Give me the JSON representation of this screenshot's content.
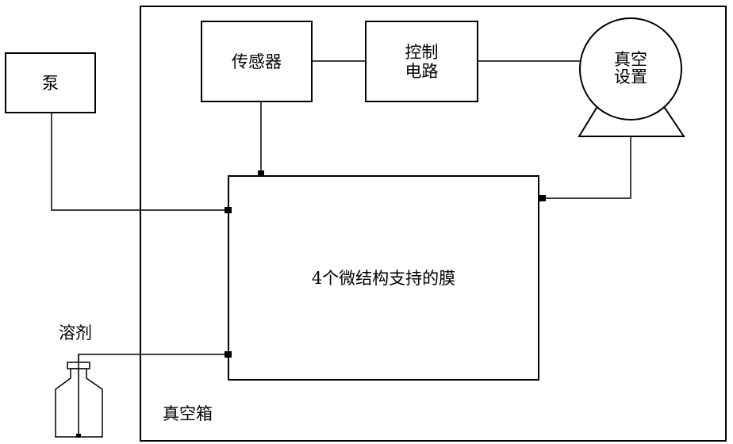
{
  "diagram": {
    "chamber_label": "真空箱",
    "pump_label": "泵",
    "sensor_label": "传感器",
    "control_circuit": {
      "line1": "控制",
      "line2": "电路"
    },
    "vacuum_device": {
      "line1": "真空",
      "line2": "设置"
    },
    "membrane_label": "4个微结构支持的膜",
    "solvent_label": "溶剂"
  }
}
